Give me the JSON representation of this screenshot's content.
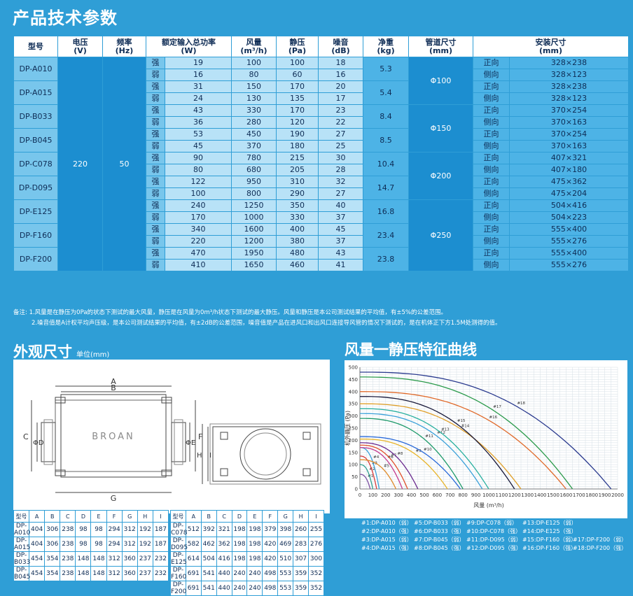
{
  "page": {
    "title": "产品技术参数",
    "dims_title": "外观尺寸",
    "dims_unit": "单位(mm)",
    "curve_title": "风量一静压特征曲线"
  },
  "spec": {
    "headers": [
      "型号",
      "电压\n(V)",
      "频率\n(Hz)",
      "额定输入总功率\n(W)",
      "风量\n(m³/h)",
      "静压\n(Pa)",
      "噪音\n(dB)",
      "净重\n(kg)",
      "管道尺寸\n(mm)",
      "安装尺寸\n(mm)"
    ],
    "voltage": "220",
    "frequency": "50",
    "rows": [
      {
        "model": "DP-A010",
        "weight": "5.3",
        "levels": [
          [
            "强",
            "19",
            "100",
            "100",
            "18",
            "正向",
            "328×238"
          ],
          [
            "弱",
            "16",
            "80",
            "60",
            "16",
            "侧向",
            "328×123"
          ]
        ]
      },
      {
        "model": "DP-A015",
        "weight": "5.4",
        "levels": [
          [
            "强",
            "31",
            "150",
            "170",
            "20",
            "正向",
            "328×238"
          ],
          [
            "弱",
            "24",
            "130",
            "135",
            "17",
            "侧向",
            "328×123"
          ]
        ]
      },
      {
        "model": "DP-B033",
        "weight": "8.4",
        "levels": [
          [
            "强",
            "43",
            "330",
            "170",
            "23",
            "正向",
            "370×254"
          ],
          [
            "弱",
            "36",
            "280",
            "120",
            "22",
            "侧向",
            "370×163"
          ]
        ]
      },
      {
        "model": "DP-B045",
        "weight": "8.5",
        "levels": [
          [
            "强",
            "53",
            "450",
            "190",
            "27",
            "正向",
            "370×254"
          ],
          [
            "弱",
            "45",
            "370",
            "180",
            "25",
            "侧向",
            "370×163"
          ]
        ]
      },
      {
        "model": "DP-C078",
        "weight": "10.4",
        "levels": [
          [
            "强",
            "90",
            "780",
            "215",
            "30",
            "正向",
            "407×321"
          ],
          [
            "弱",
            "80",
            "680",
            "205",
            "28",
            "侧向",
            "407×180"
          ]
        ]
      },
      {
        "model": "DP-D095",
        "weight": "14.7",
        "levels": [
          [
            "强",
            "122",
            "950",
            "310",
            "32",
            "正向",
            "475×362"
          ],
          [
            "弱",
            "100",
            "800",
            "290",
            "27",
            "侧向",
            "475×204"
          ]
        ]
      },
      {
        "model": "DP-E125",
        "weight": "16.8",
        "levels": [
          [
            "强",
            "240",
            "1250",
            "350",
            "40",
            "正向",
            "504×416"
          ],
          [
            "弱",
            "170",
            "1000",
            "330",
            "37",
            "侧向",
            "504×223"
          ]
        ]
      },
      {
        "model": "DP-F160",
        "weight": "23.4",
        "levels": [
          [
            "强",
            "340",
            "1600",
            "400",
            "45",
            "正向",
            "555×400"
          ],
          [
            "弱",
            "220",
            "1200",
            "380",
            "37",
            "侧向",
            "555×276"
          ]
        ]
      },
      {
        "model": "DP-F200",
        "weight": "23.8",
        "levels": [
          [
            "强",
            "470",
            "1950",
            "480",
            "43",
            "正向",
            "555×400"
          ],
          [
            "弱",
            "410",
            "1650",
            "460",
            "41",
            "侧向",
            "555×276"
          ]
        ]
      }
    ],
    "ducts": [
      {
        "label": "Φ100",
        "span": 4
      },
      {
        "label": "Φ150",
        "span": 4
      },
      {
        "label": "Φ200",
        "span": 4
      },
      {
        "label": "Φ250",
        "span": 6
      }
    ]
  },
  "notes": [
    "备注: 1.风量是在静压为0Pa的状态下测试的最大风量，静压是在风量为0m³/h状态下测试的最大静压。风量和静压是本公司测试结果的平均值，有±5%的公差范围。",
    "2.噪音值是A计权平均声压级，是本公司测试结果的平均值，有±2dB的公差范围，噪音值是产品在进风口和出风口连接导风管的情况下测试的，是在机体正下方1.5M处测得的值。"
  ],
  "drawing": {
    "brand": "BROAN",
    "labels": [
      "A",
      "B",
      "C",
      "ΦD",
      "ΦE",
      "F",
      "G",
      "H",
      "I"
    ]
  },
  "dims_table": {
    "headers": [
      "型号",
      "A",
      "B",
      "C",
      "D",
      "E",
      "F",
      "G",
      "H",
      "I"
    ],
    "left": [
      [
        "DP-A010",
        "404",
        "306",
        "238",
        "98",
        "98",
        "294",
        "312",
        "192",
        "187"
      ],
      [
        "DP-A015",
        "404",
        "306",
        "238",
        "98",
        "98",
        "294",
        "312",
        "192",
        "187"
      ],
      [
        "DP-B033",
        "454",
        "354",
        "238",
        "148",
        "148",
        "312",
        "360",
        "237",
        "232"
      ],
      [
        "DP-B045",
        "454",
        "354",
        "238",
        "148",
        "148",
        "312",
        "360",
        "237",
        "232"
      ]
    ],
    "right": [
      [
        "DP-C078",
        "512",
        "392",
        "321",
        "198",
        "198",
        "379",
        "398",
        "260",
        "255"
      ],
      [
        "DP-D095",
        "582",
        "462",
        "362",
        "198",
        "198",
        "420",
        "469",
        "283",
        "276"
      ],
      [
        "DP-E125",
        "614",
        "504",
        "416",
        "198",
        "198",
        "420",
        "510",
        "307",
        "300"
      ],
      [
        "DP-F160",
        "691",
        "541",
        "440",
        "240",
        "240",
        "498",
        "553",
        "359",
        "352"
      ],
      [
        "DP-F200",
        "691",
        "541",
        "440",
        "240",
        "240",
        "498",
        "553",
        "359",
        "352"
      ]
    ]
  },
  "chart_data": {
    "type": "line",
    "xlabel": "风量 (m³/h)",
    "ylabel": "机外静压 (Pa)",
    "xlim": [
      0,
      2000
    ],
    "ylim": [
      0,
      500
    ],
    "xticks": [
      0,
      100,
      200,
      300,
      400,
      500,
      600,
      700,
      800,
      900,
      1000,
      1100,
      1200,
      1300,
      1400,
      1500,
      1600,
      1700,
      1800,
      1900,
      2000
    ],
    "yticks": [
      0,
      50,
      100,
      150,
      200,
      250,
      300,
      350,
      400,
      450,
      500
    ],
    "grid": true,
    "series": [
      {
        "name": "#1",
        "label": "#1:DP-A010（弱）",
        "pmax": 60,
        "qmax": 80,
        "color": "#7b4fa0"
      },
      {
        "name": "#2",
        "label": "#2:DP-A010（强）",
        "pmax": 100,
        "qmax": 100,
        "color": "#2e9e8f"
      },
      {
        "name": "#3",
        "label": "#3:DP-A015（弱）",
        "pmax": 135,
        "qmax": 130,
        "color": "#d93a3a"
      },
      {
        "name": "#4",
        "label": "#4:DP-A015（强）",
        "pmax": 170,
        "qmax": 150,
        "color": "#3aa0d9"
      },
      {
        "name": "#5",
        "label": "#5:DP-B033（弱）",
        "pmax": 120,
        "qmax": 280,
        "color": "#e08b2a"
      },
      {
        "name": "#6",
        "label": "#6:DP-B033（强）",
        "pmax": 170,
        "qmax": 330,
        "color": "#c23a8e"
      },
      {
        "name": "#7",
        "label": "#7:DP-B045（弱）",
        "pmax": 180,
        "qmax": 370,
        "color": "#e0502a"
      },
      {
        "name": "#8",
        "label": "#8:DP-B045（强）",
        "pmax": 190,
        "qmax": 450,
        "color": "#6a2a8e"
      },
      {
        "name": "#9",
        "label": "#9:DP-C078（弱）",
        "pmax": 205,
        "qmax": 680,
        "color": "#e8b42a"
      },
      {
        "name": "#10",
        "label": "#10:DP-C078（强）",
        "pmax": 215,
        "qmax": 780,
        "color": "#2a6ad9"
      },
      {
        "name": "#11",
        "label": "#11:DP-D095（弱）",
        "pmax": 290,
        "qmax": 800,
        "color": "#1e9a6a"
      },
      {
        "name": "#12",
        "label": "#12:DP-D095（强）",
        "pmax": 310,
        "qmax": 950,
        "color": "#3aa0d9"
      },
      {
        "name": "#13",
        "label": "#13:DP-E125（弱）",
        "pmax": 330,
        "qmax": 1000,
        "color": "#2ab0a0"
      },
      {
        "name": "#14",
        "label": "#14:DP-E125（强）",
        "pmax": 350,
        "qmax": 1250,
        "color": "#e0a02a"
      },
      {
        "name": "#15",
        "label": "#15:DP-F160（弱）",
        "pmax": 380,
        "qmax": 1200,
        "color": "#1a1a3a"
      },
      {
        "name": "#16",
        "label": "#16:DP-F160（强）",
        "pmax": 400,
        "qmax": 1600,
        "color": "#e06a2a"
      },
      {
        "name": "#17",
        "label": "#17:DP-F200（弱）",
        "pmax": 460,
        "qmax": 1650,
        "color": "#2a9a4a"
      },
      {
        "name": "#18",
        "label": "#18:DP-F200（强）",
        "pmax": 480,
        "qmax": 1950,
        "color": "#2a3a8e"
      }
    ]
  }
}
